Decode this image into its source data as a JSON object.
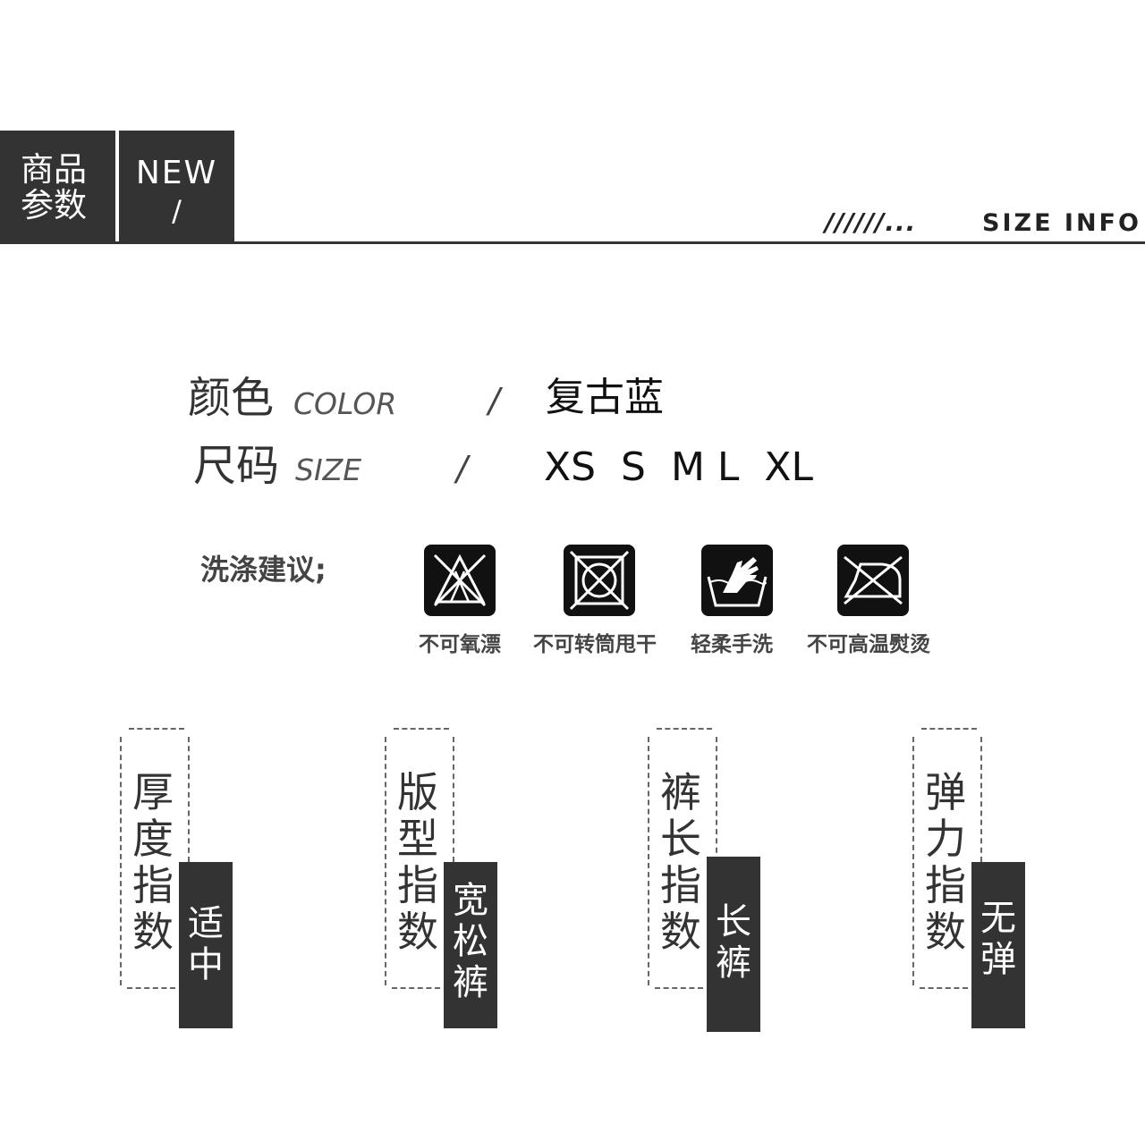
{
  "header": {
    "section_cn": "商品参数",
    "new_label": "NEW",
    "new_slash": "/",
    "dots": "//////...",
    "size_info": "SIZE INFO"
  },
  "specs": {
    "color": {
      "cn": "颜色",
      "en": "COLOR",
      "sep": "/",
      "value": "复古蓝"
    },
    "size": {
      "cn": "尺码",
      "en": "SIZE",
      "sep": "/",
      "value": "XS  S  M L  XL"
    }
  },
  "washing": {
    "title": "洗涤建议;",
    "icons": [
      {
        "icon": "no-bleach-icon",
        "label": "不可氧漂"
      },
      {
        "icon": "no-tumble-dry-icon",
        "label": "不可转筒甩干"
      },
      {
        "icon": "hand-wash-icon",
        "label": "轻柔手洗"
      },
      {
        "icon": "no-iron-icon",
        "label": "不可高温熨烫"
      }
    ]
  },
  "indices": [
    {
      "label": "厚度指数",
      "value": "适中"
    },
    {
      "label": "版型指数",
      "value": "宽松裤"
    },
    {
      "label": "裤长指数",
      "value": "长裤"
    },
    {
      "label": "弹力指数",
      "value": "无弹"
    }
  ]
}
